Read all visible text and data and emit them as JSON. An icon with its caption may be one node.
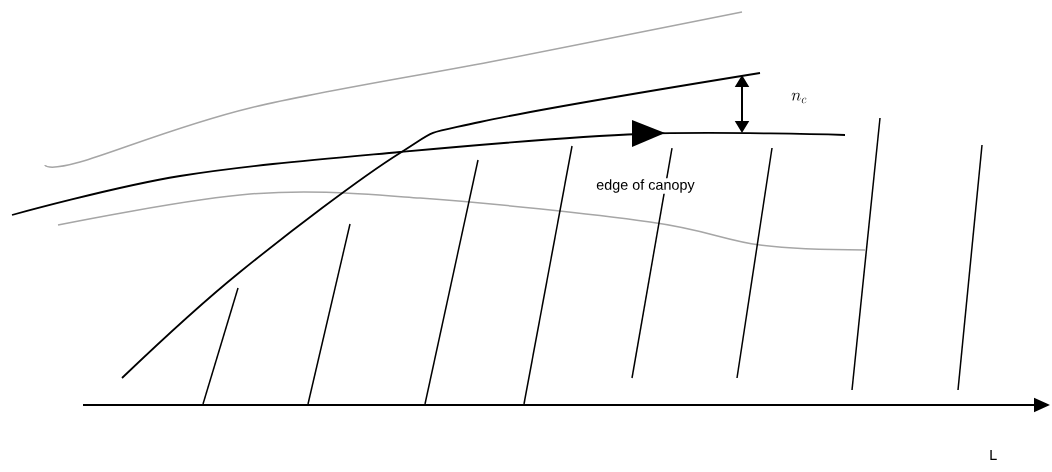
{
  "diagram": {
    "labels": [
      "n_c",
      "edge of canopy",
      "L"
    ]
  }
}
